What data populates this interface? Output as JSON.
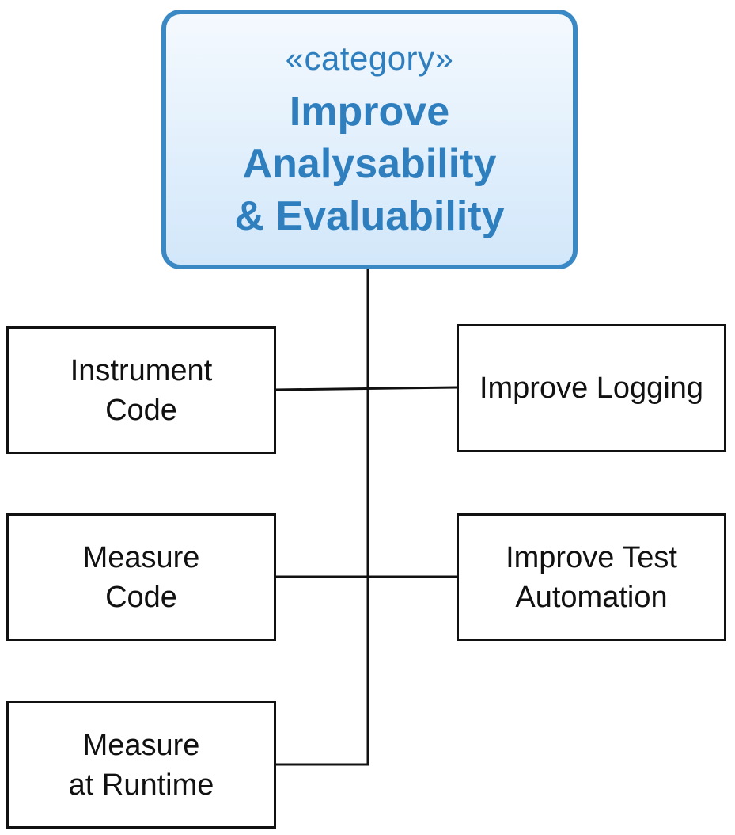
{
  "category": {
    "stereotype": "«category»",
    "title_lines": [
      "Improve",
      "Analysability",
      "& Evaluability"
    ]
  },
  "nodes": {
    "instrument_code": [
      "Instrument",
      "Code"
    ],
    "improve_logging": [
      "Improve Logging"
    ],
    "measure_code": [
      "Measure",
      "Code"
    ],
    "improve_test_automation": [
      "Improve Test",
      "Automation"
    ],
    "measure_at_runtime": [
      "Measure",
      "at Runtime"
    ]
  },
  "colors": {
    "category_border": "#3a88c4",
    "category_text": "#2f7fbf",
    "category_fill_top": "#f4f9fe",
    "category_fill_bottom": "#d2e7fa",
    "node_border": "#111111",
    "connector": "#111111"
  }
}
